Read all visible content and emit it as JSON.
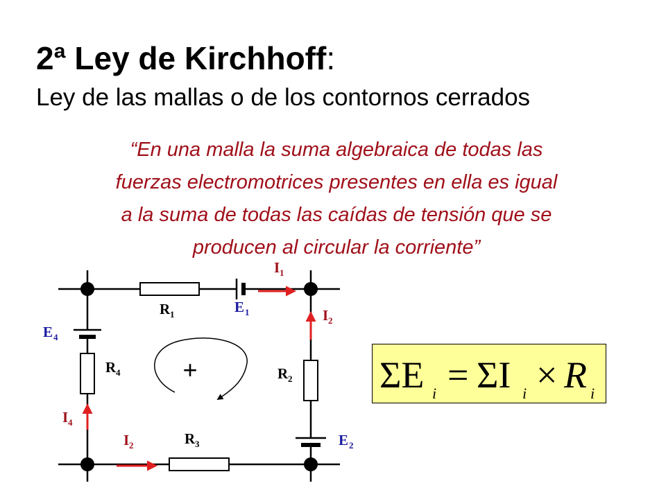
{
  "slide": {
    "title_bold": "2ª Ley de Kirchhoff",
    "title_colon": ":",
    "subtitle": "Ley de las mallas o de los contornos cerrados",
    "quote_lines": [
      "“En una malla la suma algebraica de todas las",
      "fuerzas electromotrices presentes en ella es igual",
      "a la suma de todas las caídas de tensión que se",
      "producen al circular la corriente”"
    ]
  },
  "circuit": {
    "labels": {
      "R1": {
        "main": "R",
        "sub": "1"
      },
      "R2": {
        "main": "R",
        "sub": "2"
      },
      "R3": {
        "main": "R",
        "sub": "3"
      },
      "R4": {
        "main": "R",
        "sub": "4"
      },
      "E1": {
        "main": "E",
        "sub": "1"
      },
      "E2": {
        "main": "E",
        "sub": "2"
      },
      "E4": {
        "main": "E",
        "sub": "4"
      },
      "I1": {
        "main": "I",
        "sub": "1"
      },
      "I2_top": {
        "main": "I",
        "sub": "2"
      },
      "I2_bottom": {
        "main": "I",
        "sub": "2"
      },
      "I4": {
        "main": "I",
        "sub": "4"
      }
    },
    "loop_sign": "+"
  },
  "formula": {
    "sum1": "ΣE",
    "sub1": "i",
    "equals": "=",
    "sum2": "ΣI",
    "sub2": "i",
    "times": "×",
    "r": "R",
    "sub3": "i"
  },
  "colors": {
    "quote": "#a0101a",
    "resistor_label": "#000000",
    "source_label": "#1a1aa0",
    "current_label": "#a0101a",
    "arrow": "#e02020",
    "formula_bg": "#ffff99"
  }
}
